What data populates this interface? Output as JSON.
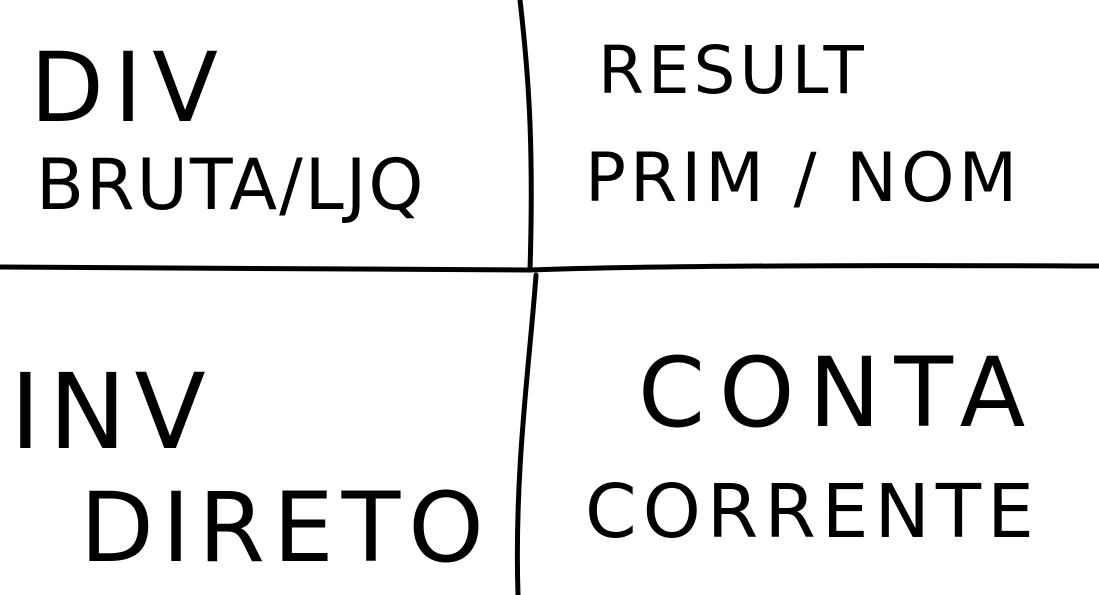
{
  "quadrants": {
    "top_left": {
      "line1": "DIV",
      "line2": "BRUTA/LJQ"
    },
    "top_right": {
      "line1": "RESULT",
      "line2": "PRIM / NOM"
    },
    "bottom_left": {
      "line1": "INV",
      "line2": "DIRETO"
    },
    "bottom_right": {
      "line1": "CONTA",
      "line2": "CORRENTE"
    }
  },
  "colors": {
    "ink": "#000000",
    "background": "#ffffff"
  }
}
